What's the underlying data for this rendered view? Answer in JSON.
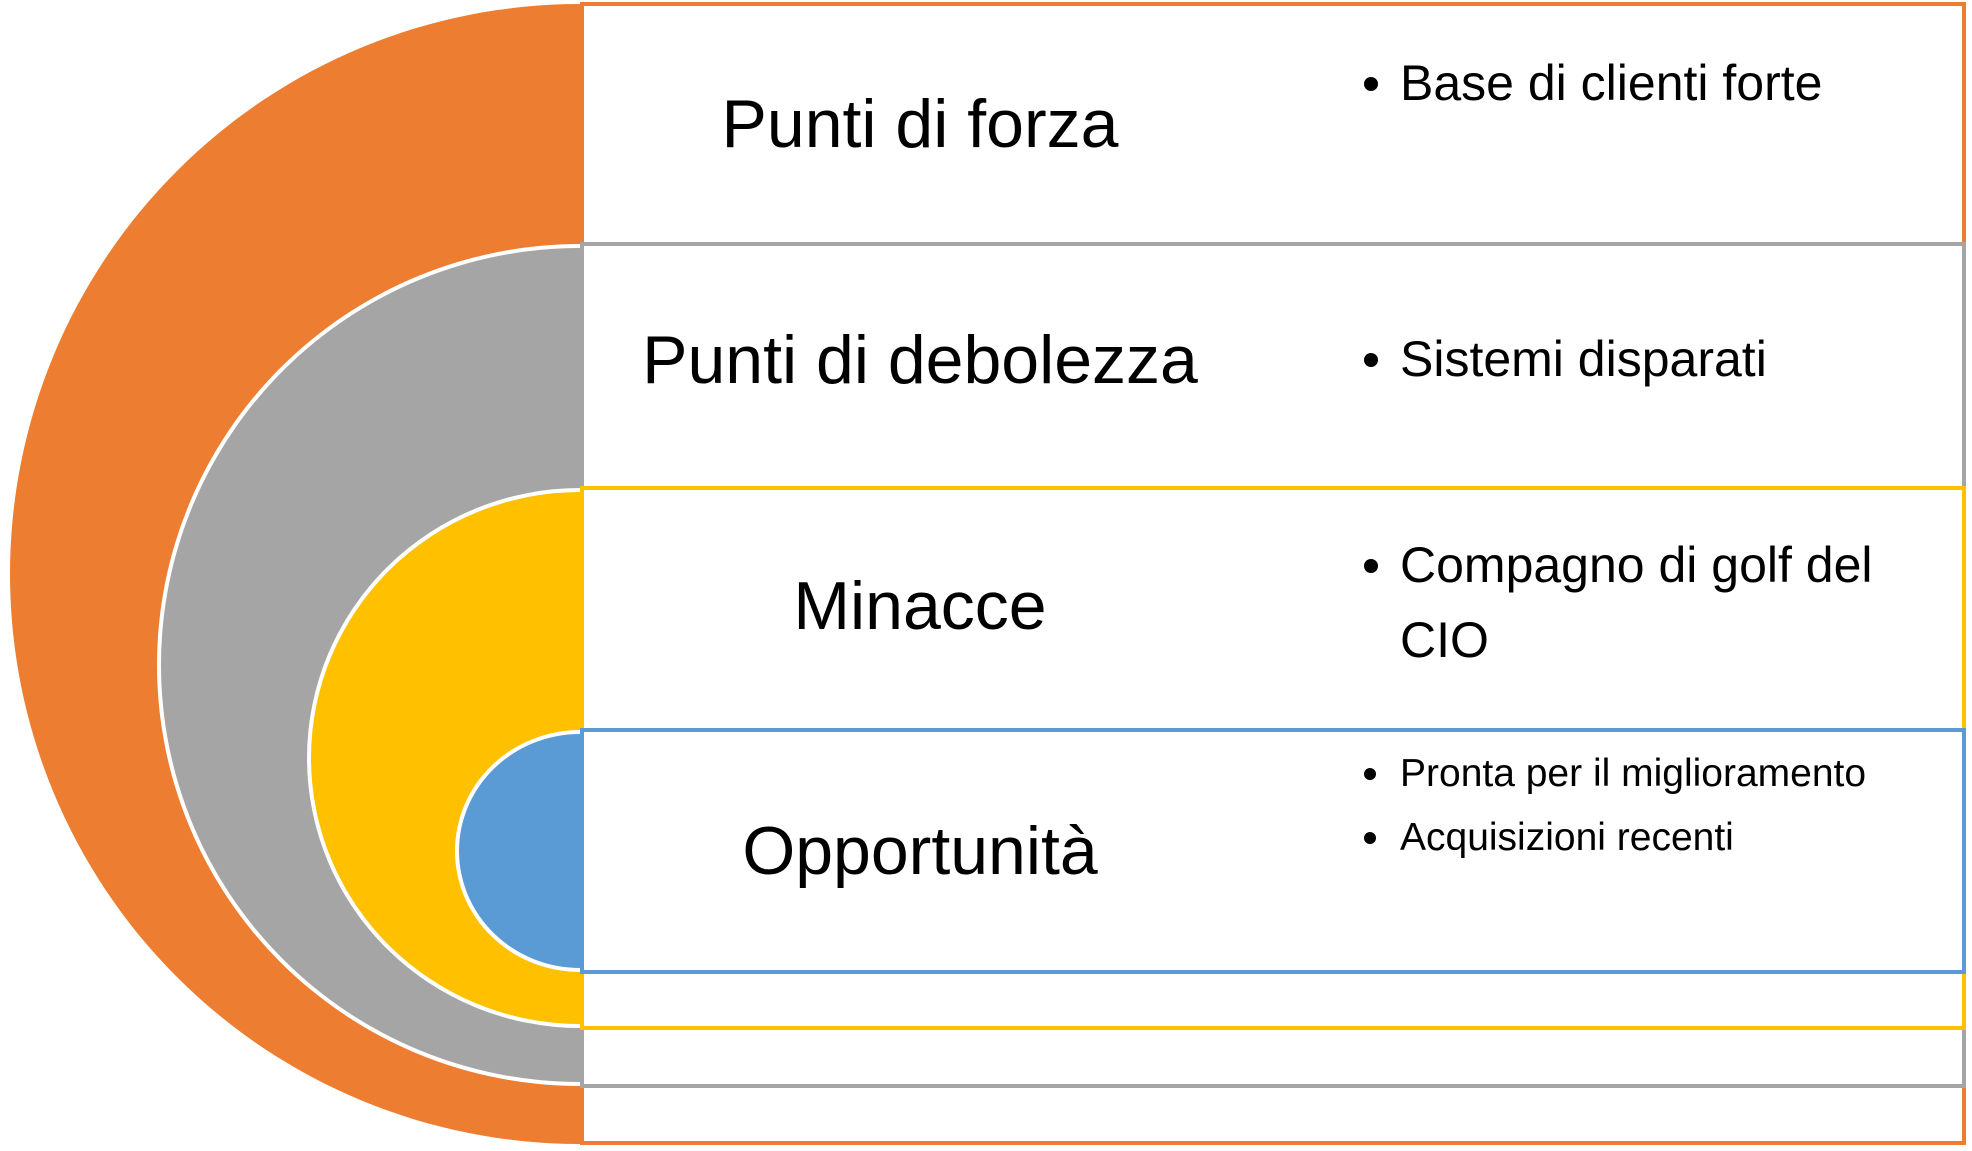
{
  "diagram": {
    "type": "nested-arc-list",
    "colors": {
      "strengths": "#ED7D31",
      "weaknesses": "#A5A5A5",
      "threats": "#FFC000",
      "opportunities": "#5B9BD5",
      "background": "#FFFFFF",
      "text": "#000000"
    },
    "rows": [
      {
        "key": "strengths",
        "title": "Punti di forza",
        "color": "#ED7D31",
        "bullets": [
          "Base di clienti forte"
        ]
      },
      {
        "key": "weaknesses",
        "title": "Punti di debolezza",
        "color": "#A5A5A5",
        "bullets": [
          "Sistemi disparati"
        ]
      },
      {
        "key": "threats",
        "title": "Minacce",
        "color": "#FFC000",
        "bullets": [
          "Compagno di golf del CIO"
        ]
      },
      {
        "key": "opportunities",
        "title": "Opportunità",
        "color": "#5B9BD5",
        "bullets": [
          "Pronta per il miglioramento",
          "Acquisizioni recenti"
        ]
      }
    ]
  }
}
